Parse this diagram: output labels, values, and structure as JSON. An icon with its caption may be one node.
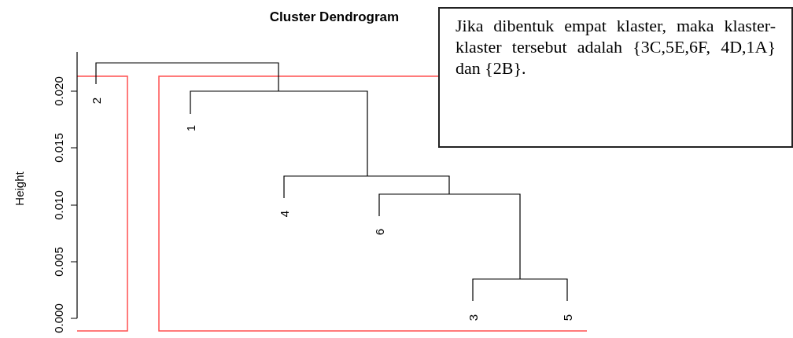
{
  "diagram": {
    "title": "Cluster Dendrogram",
    "nodes": [
      {
        "text": [],
        "shape": "box"
      },
      {
        "text": [],
        "shape": "box"
      },
      {
        "text": [
          "Jika dibentuk empat klaster, maka klaster-klaster tersebut adalah {3C,5E,6F, 4D,1A} dan {2B}."
        ]
      }
    ],
    "edges": [],
    "labels": [
      "Height",
      "0.020",
      "0.015",
      "0.010",
      "0.005",
      "0.000",
      "2",
      "1",
      "4",
      "6",
      "3",
      "5"
    ]
  }
}
